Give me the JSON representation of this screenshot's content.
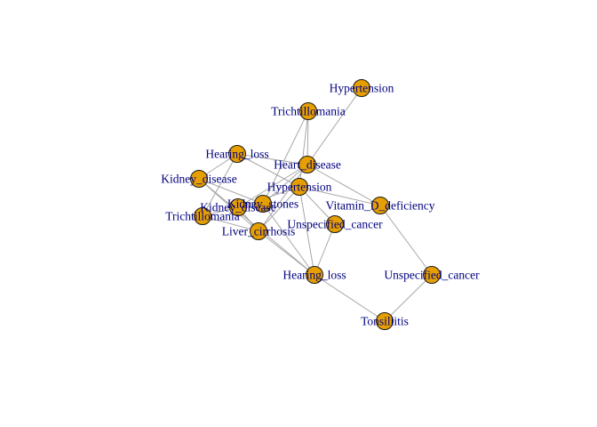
{
  "diagram": {
    "nodes": [
      {
        "id": "hypertension_top",
        "label": "Hypertension"
      },
      {
        "id": "trichtillomania_top",
        "label": "Trichtillomania"
      },
      {
        "id": "hearing_loss_top",
        "label": "Hearing_loss"
      },
      {
        "id": "heart_disease",
        "label": "Heart_disease"
      },
      {
        "id": "kidney_disease_left",
        "label": "Kidney_disease"
      },
      {
        "id": "hypertension_mid",
        "label": "Hypertension"
      },
      {
        "id": "kidney_stones",
        "label": "Kidney_stones"
      },
      {
        "id": "kidney_disease_mid",
        "label": "Kidney_disease"
      },
      {
        "id": "vitamin_d",
        "label": "Vitamin_D_deficiency"
      },
      {
        "id": "trichtillomania_left",
        "label": "Trichtillomania"
      },
      {
        "id": "unspecified_cancer_mid",
        "label": "Unspecified_cancer"
      },
      {
        "id": "liver_cirrhosis",
        "label": "Liver_cirrhosis"
      },
      {
        "id": "hearing_loss_bottom",
        "label": "Hearing_loss"
      },
      {
        "id": "unspecified_cancer_right",
        "label": "Unspecified_cancer"
      },
      {
        "id": "tonsillitis",
        "label": "Tonsillitis"
      }
    ],
    "edges": [
      [
        "hypertension_top",
        "heart_disease"
      ],
      [
        "trichtillomania_top",
        "heart_disease"
      ],
      [
        "trichtillomania_top",
        "hypertension_mid"
      ],
      [
        "trichtillomania_top",
        "kidney_stones"
      ],
      [
        "hearing_loss_top",
        "kidney_disease_left"
      ],
      [
        "hearing_loss_top",
        "heart_disease"
      ],
      [
        "hearing_loss_top",
        "trichtillomania_left"
      ],
      [
        "hearing_loss_top",
        "hypertension_mid"
      ],
      [
        "heart_disease",
        "vitamin_d"
      ],
      [
        "heart_disease",
        "kidney_disease_mid"
      ],
      [
        "heart_disease",
        "liver_cirrhosis"
      ],
      [
        "heart_disease",
        "kidney_stones"
      ],
      [
        "kidney_disease_left",
        "kidney_stones"
      ],
      [
        "kidney_disease_left",
        "liver_cirrhosis"
      ],
      [
        "kidney_disease_left",
        "hearing_loss_bottom"
      ],
      [
        "hypertension_mid",
        "unspecified_cancer_mid"
      ],
      [
        "hypertension_mid",
        "liver_cirrhosis"
      ],
      [
        "hypertension_mid",
        "kidney_disease_mid"
      ],
      [
        "hypertension_mid",
        "vitamin_d"
      ],
      [
        "hypertension_mid",
        "hearing_loss_bottom"
      ],
      [
        "kidney_stones",
        "hearing_loss_bottom"
      ],
      [
        "kidney_disease_mid",
        "trichtillomania_left"
      ],
      [
        "kidney_disease_mid",
        "liver_cirrhosis"
      ],
      [
        "liver_cirrhosis",
        "trichtillomania_left"
      ],
      [
        "liver_cirrhosis",
        "hearing_loss_bottom"
      ],
      [
        "unspecified_cancer_mid",
        "hearing_loss_bottom"
      ],
      [
        "vitamin_d",
        "unspecified_cancer_right"
      ],
      [
        "unspecified_cancer_right",
        "tonsillitis"
      ],
      [
        "hearing_loss_bottom",
        "tonsillitis"
      ]
    ]
  }
}
